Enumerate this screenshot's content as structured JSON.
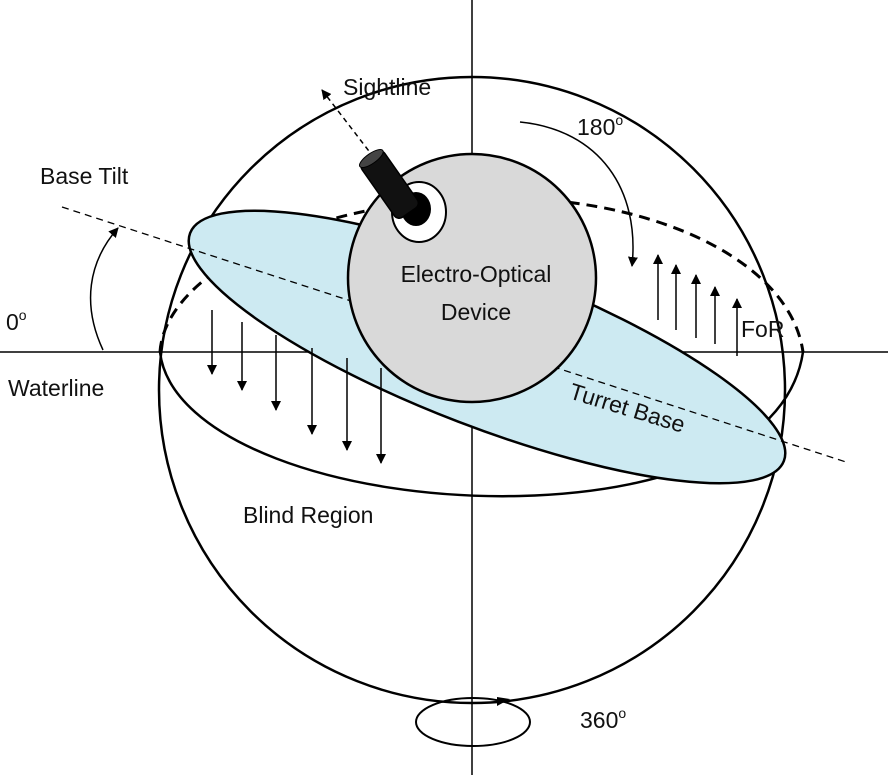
{
  "labels": {
    "sightline": "Sightline",
    "angle_180": "180",
    "base_tilt": "Base Tilt",
    "angle_0": "0",
    "degree_mark": "o",
    "device_line1": "Electro-Optical",
    "device_line2": "Device",
    "for": "FoR",
    "waterline": "Waterline",
    "turret_base": "Turret Base",
    "blind_region": "Blind Region",
    "angle_360": "360"
  },
  "colors": {
    "turret_base_fill": "#cdeaf2",
    "device_fill": "#d9d9d9",
    "camera_fill": "#111111",
    "line": "#000000"
  }
}
